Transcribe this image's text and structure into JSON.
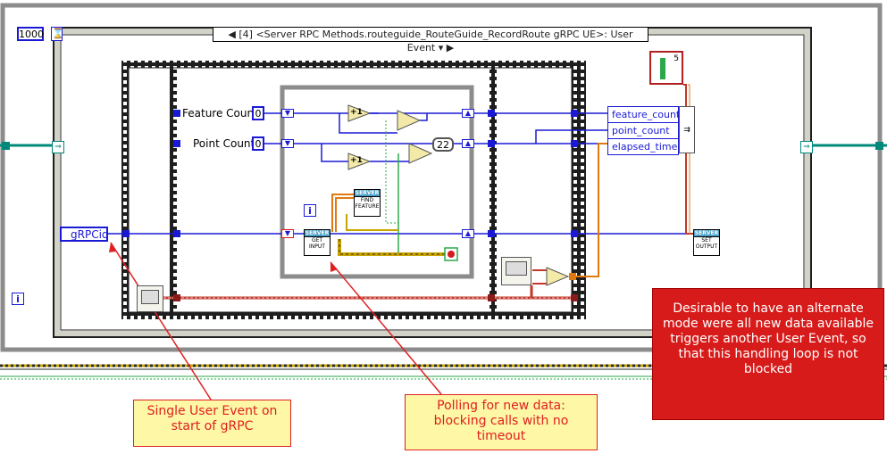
{
  "timeout_constant": "1000",
  "event_selector": {
    "prev_arrow": "◀",
    "label": "[4] <Server RPC Methods.routeguide_RouteGuide_RecordRoute gRPC UE>: User Event",
    "dropdown_arrow": "▾",
    "next_arrow": "▶"
  },
  "controls": {
    "feature_count_label": "Feature Count",
    "feature_count_value": "0",
    "point_count_label": "Point Count",
    "point_count_value": "0",
    "grpcid_label": "gRPCid",
    "constant_22": "22",
    "const_5": "5"
  },
  "increment_label": "+1",
  "bundle": {
    "items": [
      "feature_count",
      "point_count",
      "elapsed_time"
    ]
  },
  "subvis": {
    "get_input": {
      "header": "SERVER",
      "line1": "GET",
      "line2": "INPUT"
    },
    "find_feature": {
      "header": "SERVER",
      "line1": "FIND",
      "line2": "FEATURE"
    },
    "set_output": {
      "header": "SERVER",
      "line1": "SET",
      "line2": "OUTPUT"
    }
  },
  "iteration_terminal": "i",
  "annotations": {
    "user_event_note": "Single User Event on start of gRPC",
    "polling_note": "Polling for new data: blocking calls with no timeout",
    "alternate_mode_note": "Desirable to have an alternate mode were all new data available triggers another User Event, so that this handling loop is not blocked"
  },
  "colors": {
    "wire_blue": "#1a1ad6",
    "wire_orange": "#e07a10",
    "loop_gray": "#8c8c8c",
    "note_red": "#d71a1a",
    "note_yellow": "#fdf7a6"
  }
}
